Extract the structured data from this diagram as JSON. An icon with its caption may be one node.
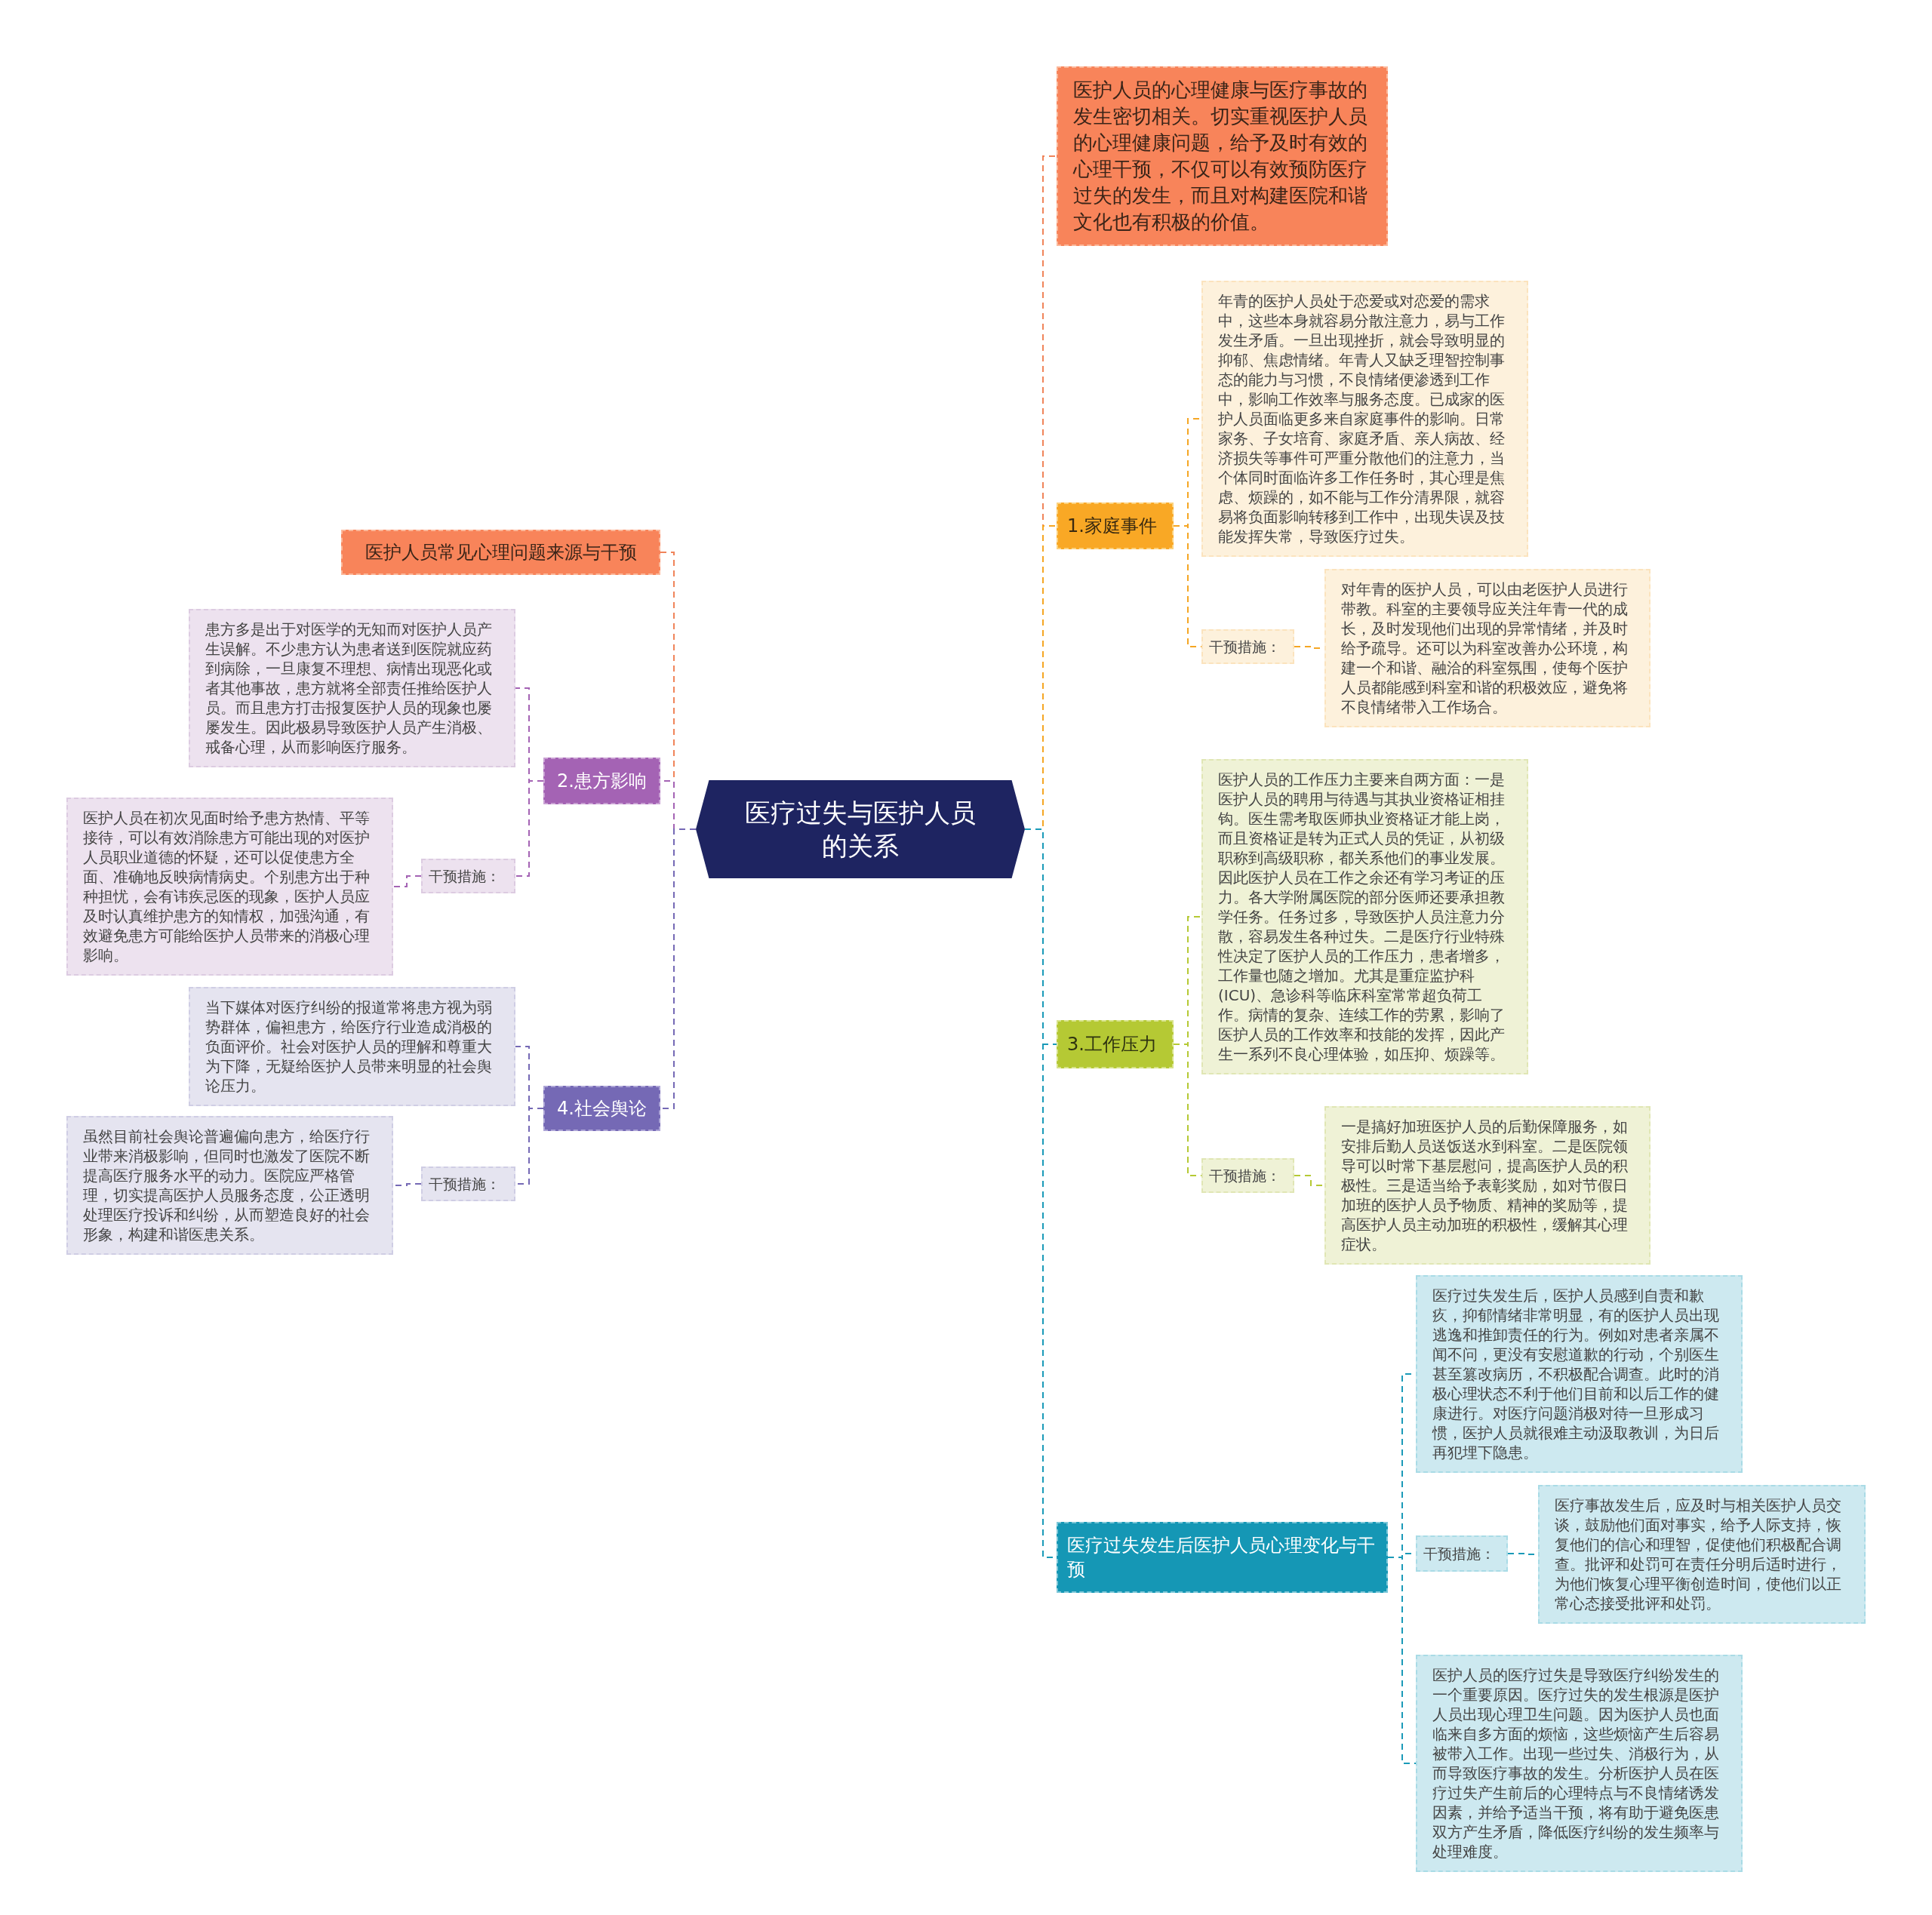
{
  "diagram": {
    "nodes": [
      {
        "text": [
          "医疗过失与医护人员的关系"
        ]
      },
      {
        "text": [
          "医护人员的心理健康与医疗事故的发生密切相关。切实重视医护人员的心理健康问题，给予及时有效的心理干预，不仅可以有效预防医疗过失的发生，而且对构建医院和谐文化也有积极的价值。"
        ]
      },
      {
        "text": [
          "1.家庭事件"
        ]
      },
      {
        "text": [
          "年青的医护人员处于恋爱或对恋爱的需求中，这些本身就容易分散注意力，易与工作发生矛盾。一旦出现挫折，就会导致明显的抑郁、焦虑情绪。年青人又缺乏理智控制事态的能力与习惯，不良情绪便渗透到工作中，影响工作效率与服务态度。已成家的医护人员面临更多来自家庭事件的影响。日常家务、子女培育、家庭矛盾、亲人病故、经济损失等事件可严重分散他们的注意力，当个体同时面临许多工作任务时，其心理是焦虑、烦躁的，如不能与工作分清界限，就容易将负面影响转移到工作中，出现失误及技能发挥失常，导致医疗过失。"
        ]
      },
      {
        "text": [
          "干预措施："
        ]
      },
      {
        "text": [
          "对年青的医护人员，可以由老医护人员进行带教。科室的主要领导应关注年青一代的成长，及时发现他们出现的异常情绪，并及时给予疏导。还可以为科室改善办公环境，构建一个和谐、融洽的科室氛围，使每个医护人员都能感到科室和谐的积极效应，避免将不良情绪带入工作场合。"
        ]
      },
      {
        "text": [
          "3.工作压力"
        ]
      },
      {
        "text": [
          "医护人员的工作压力主要来自两方面：一是医护人员的聘用与待遇与其执业资格证相挂钩。医生需考取医师执业资格证才能上岗，而且资格证是转为正式人员的凭证，从初级职称到高级职称，都关系他们的事业发展。因此医护人员在工作之余还有学习考证的压力。各大学附属医院的部分医师还要承担教学任务。任务过多，导致医护人员注意力分散，容易发生各种过失。二是医疗行业特殊性决定了医护人员的工作压力，患者增多，工作量也随之增加。尤其是重症监护科(ICU)、急诊科等临床科室常常超负荷工作。病情的复杂、连续工作的劳累，影响了医护人员的工作效率和技能的发挥，因此产生一系列不良心理体验，如压抑、烦躁等。"
        ]
      },
      {
        "text": [
          "干预措施："
        ]
      },
      {
        "text": [
          "一是搞好加班医护人员的后勤保障服务，如安排后勤人员送饭送水到科室。二是医院领导可以时常下基层慰问，提高医护人员的积极性。三是适当给予表彰奖励，如对节假日加班的医护人员予物质、精神的奖励等，提高医护人员主动加班的积极性，缓解其心理症状。"
        ]
      },
      {
        "text": [
          "医疗过失发生后医护人员心理变化与干预"
        ]
      },
      {
        "text": [
          "医疗过失发生后，医护人员感到自责和歉疚，抑郁情绪非常明显，有的医护人员出现逃逸和推卸责任的行为。例如对患者亲属不闻不问，更没有安慰道歉的行动，个别医生甚至篡改病历，不积极配合调查。此时的消极心理状态不利于他们目前和以后工作的健康进行。对医疗问题消极对待一旦形成习惯，医护人员就很难主动汲取教训，为日后再犯埋下隐患。"
        ]
      },
      {
        "text": [
          "干预措施："
        ]
      },
      {
        "text": [
          "医疗事故发生后，应及时与相关医护人员交谈，鼓励他们面对事实，给予人际支持，恢复他们的信心和理智，促使他们积极配合调查。批评和处罚可在责任分明后适时进行，为他们恢复心理平衡创造时间，使他们以正常心态接受批评和处罚。"
        ]
      },
      {
        "text": [
          "医护人员的医疗过失是导致医疗纠纷发生的一个重要原因。医疗过失的发生根源是医护人员出现心理卫生问题。因为医护人员也面临来自多方面的烦恼，这些烦恼产生后容易被带入工作。出现一些过失、消极行为，从而导致医疗事故的发生。分析医护人员在医疗过失产生前后的心理特点与不良情绪诱发因素，并给予适当干预，将有助于避免医患双方产生矛盾，降低医疗纠纷的发生频率与处理难度。"
        ]
      },
      {
        "text": [
          "医护人员常见心理问题来源与干预"
        ]
      },
      {
        "text": [
          "2.患方影响"
        ]
      },
      {
        "text": [
          "患方多是出于对医学的无知而对医护人员产生误解。不少患方认为患者送到医院就应药到病除，一旦康复不理想、病情出现恶化或者其他事故，患方就将全部责任推给医护人员。而且患方打击报复医护人员的现象也屡屡发生。因此极易导致医护人员产生消极、戒备心理，从而影响医疗服务。"
        ]
      },
      {
        "text": [
          "干预措施："
        ]
      },
      {
        "text": [
          "医护人员在初次见面时给予患方热情、平等接待，可以有效消除患方可能出现的对医护人员职业道德的怀疑，还可以促使患方全面、准确地反映病情病史。个别患方出于种种担忧，会有讳疾忌医的现象，医护人员应及时认真维护患方的知情权，加强沟通，有效避免患方可能给医护人员带来的消极心理影响。"
        ]
      },
      {
        "text": [
          "4.社会舆论"
        ]
      },
      {
        "text": [
          "当下媒体对医疗纠纷的报道常将患方视为弱势群体，偏袒患方，给医疗行业造成消极的负面评价。社会对医护人员的理解和尊重大为下降，无疑给医护人员带来明显的社会舆论压力。"
        ]
      },
      {
        "text": [
          "干预措施："
        ]
      },
      {
        "text": [
          "虽然目前社会舆论普遍偏向患方，给医疗行业带来消极影响，但同时也激发了医院不断提高医疗服务水平的动力。医院应严格管理，切实提高医护人员服务态度，公正透明处理医疗投诉和纠纷，从而塑造良好的社会形象，构建和谐医患关系。"
        ]
      }
    ],
    "edges": [
      {
        "from": 0,
        "to": 1,
        "arrow": "none",
        "style": "dashed",
        "color": "#f0845a"
      },
      {
        "from": 0,
        "to": 2,
        "arrow": "none",
        "style": "dashed",
        "color": "#f5a623"
      },
      {
        "from": 2,
        "to": 3,
        "arrow": "none",
        "style": "dashed",
        "color": "#f5a623"
      },
      {
        "from": 2,
        "to": 4,
        "arrow": "none",
        "style": "dashed",
        "color": "#f5a623"
      },
      {
        "from": 4,
        "to": 5,
        "arrow": "none",
        "style": "dashed",
        "color": "#f5a623"
      },
      {
        "from": 0,
        "to": 6,
        "arrow": "none",
        "style": "dashed",
        "color": "#1a9ab8"
      },
      {
        "from": 6,
        "to": 7,
        "arrow": "none",
        "style": "dashed",
        "color": "#b5c934"
      },
      {
        "from": 6,
        "to": 8,
        "arrow": "none",
        "style": "dashed",
        "color": "#b5c934"
      },
      {
        "from": 8,
        "to": 9,
        "arrow": "none",
        "style": "dashed",
        "color": "#b5c934"
      },
      {
        "from": 0,
        "to": 10,
        "arrow": "none",
        "style": "dashed",
        "color": "#1a9ab8"
      },
      {
        "from": 10,
        "to": 11,
        "arrow": "none",
        "style": "dashed",
        "color": "#1a9ab8"
      },
      {
        "from": 10,
        "to": 12,
        "arrow": "none",
        "style": "dashed",
        "color": "#1a9ab8"
      },
      {
        "from": 12,
        "to": 13,
        "arrow": "none",
        "style": "dashed",
        "color": "#1a9ab8"
      },
      {
        "from": 10,
        "to": 14,
        "arrow": "none",
        "style": "dashed",
        "color": "#1a9ab8"
      },
      {
        "from": 0,
        "to": 15,
        "arrow": "none",
        "style": "dashed",
        "color": "#f0845a"
      },
      {
        "from": 0,
        "to": 16,
        "arrow": "none",
        "style": "dashed",
        "color": "#a463b4"
      },
      {
        "from": 16,
        "to": 17,
        "arrow": "none",
        "style": "dashed",
        "color": "#a463b4"
      },
      {
        "from": 16,
        "to": 18,
        "arrow": "none",
        "style": "dashed",
        "color": "#a463b4"
      },
      {
        "from": 18,
        "to": 19,
        "arrow": "none",
        "style": "dashed",
        "color": "#a463b4"
      },
      {
        "from": 0,
        "to": 20,
        "arrow": "none",
        "style": "dashed",
        "color": "#7569b5"
      },
      {
        "from": 20,
        "to": 21,
        "arrow": "none",
        "style": "dashed",
        "color": "#7569b5"
      },
      {
        "from": 20,
        "to": 22,
        "arrow": "none",
        "style": "dashed",
        "color": "#7569b5"
      },
      {
        "from": 22,
        "to": 23,
        "arrow": "none",
        "style": "dashed",
        "color": "#7569b5"
      }
    ]
  }
}
